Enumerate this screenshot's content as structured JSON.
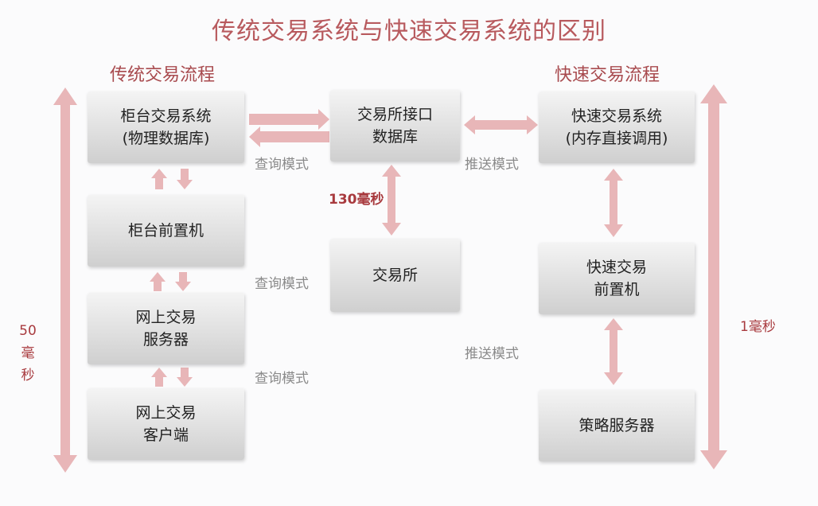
{
  "title": "传统交易系统与快速交易系统的区别",
  "traditional": {
    "heading": "传统交易流程",
    "time_line1": "50",
    "time_line2": "毫秒",
    "boxes": [
      {
        "line1": "柜台交易系统",
        "line2": "(物理数据库)"
      },
      {
        "line1": "柜台前置机",
        "line2": ""
      },
      {
        "line1": "网上交易",
        "line2": "服务器"
      },
      {
        "line1": "网上交易",
        "line2": "客户端"
      }
    ]
  },
  "exchange": {
    "interface": {
      "line1": "交易所接口",
      "line2": "数据库"
    },
    "exchange_box": "交易所",
    "latency": "130毫秒"
  },
  "fast": {
    "heading": "快速交易流程",
    "time": "1毫秒",
    "boxes": [
      {
        "line1": "快速交易系统",
        "line2": "(内存直接调用)"
      },
      {
        "line1": "快速交易",
        "line2": "前置机"
      },
      {
        "line1": "策略服务器",
        "line2": ""
      }
    ]
  },
  "modes": {
    "query": "查询模式",
    "push": "推送模式"
  },
  "colors": {
    "arrow": "#e8b6b8",
    "title": "#b85a5e"
  }
}
